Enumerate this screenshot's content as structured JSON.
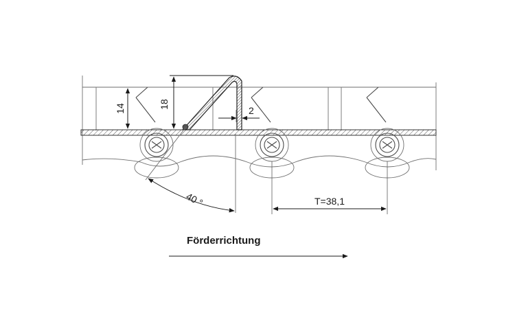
{
  "labels": {
    "height_small": "14",
    "height_large": "18",
    "thickness": "2",
    "angle": "40 °",
    "pitch": "T=38,1",
    "direction": "Förderrichtung"
  }
}
